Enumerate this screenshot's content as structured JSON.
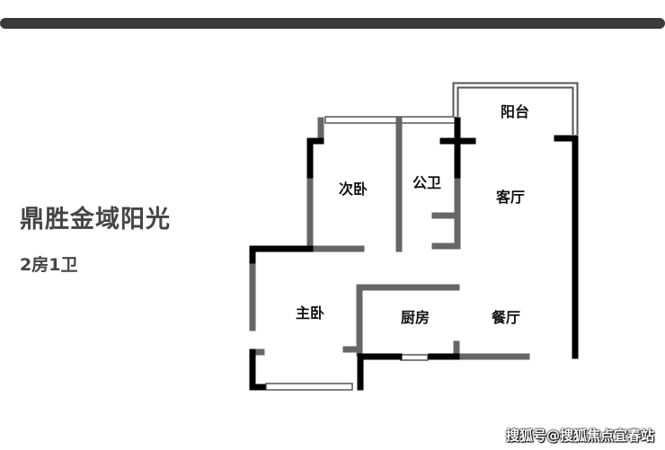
{
  "header": {
    "title": "鼎胜金域阳光",
    "layout": "2房1卫"
  },
  "rooms": {
    "balcony": "阳台",
    "second_bedroom": "次卧",
    "public_bath": "公卫",
    "living_room": "客厅",
    "master_bedroom": "主卧",
    "kitchen": "厨房",
    "dining_room": "餐厅"
  },
  "watermark": "搜狐号@搜狐焦点宜春站",
  "colors": {
    "wall_gray": "#666666",
    "wall_black": "#000000",
    "window_outline": "#555555",
    "title_text": "#454545",
    "top_bar": "#3a3a3a"
  }
}
